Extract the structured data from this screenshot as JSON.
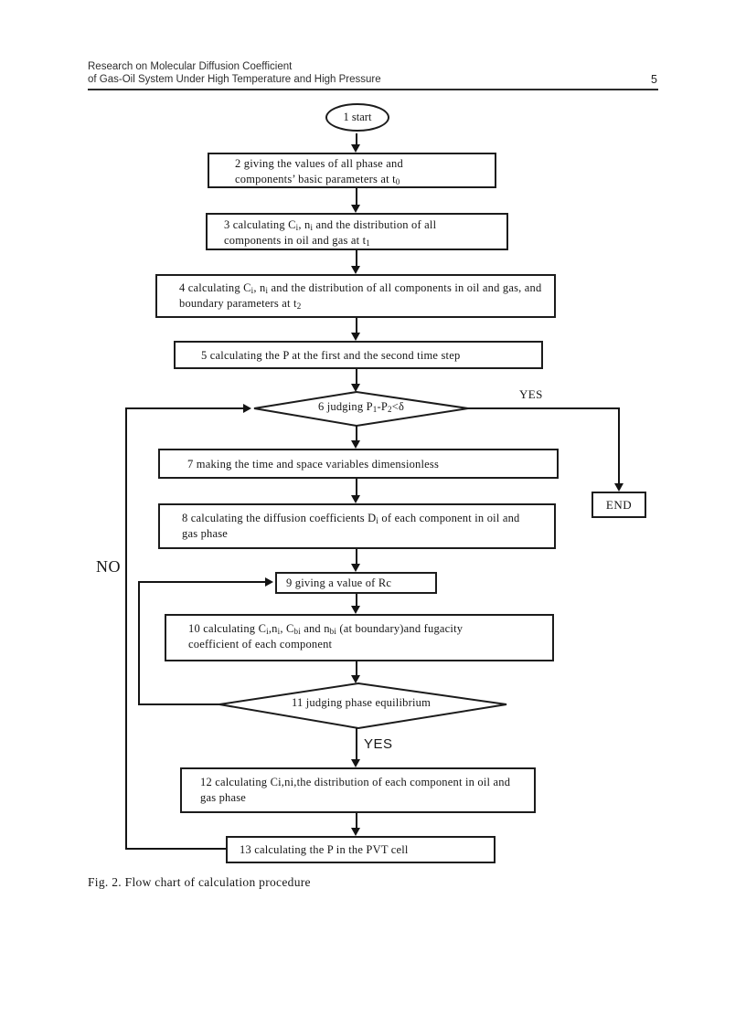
{
  "header": {
    "line1": "Research on Molecular Diffusion Coefficient",
    "line2": "of Gas-Oil System Under High Temperature and High Pressure",
    "page_number": "5"
  },
  "flowchart": {
    "nodes": {
      "start": "1 start",
      "step2": "2 giving the values of all phase and components’ basic parameters at t~0~",
      "step3": "3 calculating C~i~, n~i~ and the distribution of all components in oil and gas at t~1~",
      "step4": "4 calculating C~i~, n~i~ and the distribution of all components in oil and gas, and boundary parameters at t~2~",
      "step5": "5 calculating the P at the first and the second time step",
      "step6": "6 judging P~1~-P~2~<δ",
      "step7": "7 making the time and space variables dimensionless",
      "step8": "8 calculating the diffusion coefficients D~i~ of each component in oil and gas phase",
      "step9": "9 giving a value of Rc",
      "step10": "10 calculating C~i~,n~i~, C~bi~ and n~bi~ (at boundary)and fugacity coefficient of each component",
      "step11": "11 judging phase equilibrium",
      "step12": "12 calculating Ci,ni,the distribution of each component in oil and gas phase",
      "step13": "13 calculating the P in the PVT cell",
      "end": "END"
    },
    "branch_labels": {
      "yes_top": "YES",
      "no": "NO",
      "yes_bottom": "YES"
    },
    "colors": {
      "line": "#141414",
      "text": "#161616",
      "background": "#ffffff"
    }
  },
  "caption": "Fig. 2. Flow chart of calculation procedure"
}
